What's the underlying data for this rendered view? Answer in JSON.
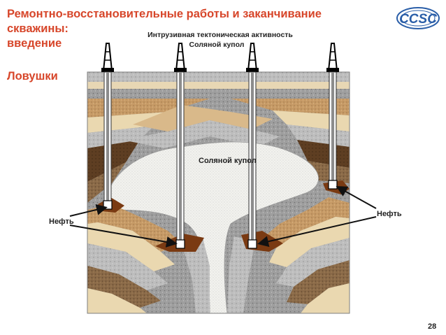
{
  "header": {
    "title_line1": "Ремонтно-восстановительные работы и заканчивание",
    "title_line2": "скважины:",
    "title_line3": "введение",
    "subtitle": "Ловушки",
    "logo_text": "CCSC"
  },
  "diagram": {
    "caption_top": "Интрузивная тектоническая активность",
    "caption_sub": "Соляной купол",
    "dome_label": "Соляной купол",
    "oil_left": "Нефть",
    "oil_right": "Нефть"
  },
  "footer": {
    "page_number": "28"
  },
  "colors": {
    "title": "#d7462a",
    "logo": "#2a5ea8",
    "oil": "#7a3a12",
    "salt": "#f2f2ee"
  }
}
